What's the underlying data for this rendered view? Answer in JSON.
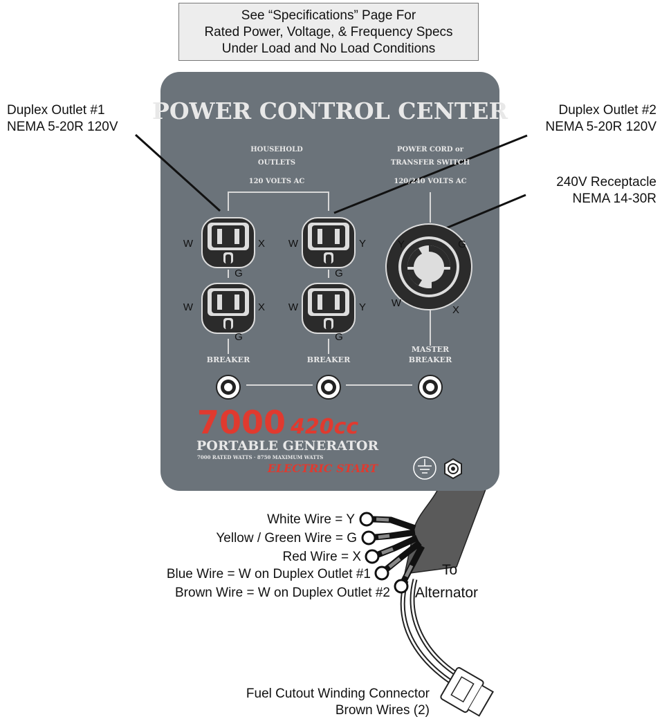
{
  "note": {
    "line1": "See “Specifications” Page For",
    "line2": "Rated Power, Voltage, & Frequency Specs",
    "line3": "Under Load and No Load Conditions"
  },
  "panel": {
    "title": "POWER CONTROL CENTER",
    "household_line1": "HOUSEHOLD",
    "household_line2": "OUTLETS",
    "household_volts": "120 VOLTS AC",
    "cord_line1": "POWER CORD or",
    "cord_line2": "TRANSFER SWITCH",
    "cord_volts": "120/240 VOLTS AC",
    "breaker1": "BREAKER",
    "breaker2": "BREAKER",
    "master_line1": "MASTER",
    "master_line2": "BREAKER",
    "model_number": "7000",
    "model_cc": "420cc",
    "product_name": "PORTABLE GENERATOR",
    "watts": "7000 RATED WATTS · 8750 MAXIMUM WATTS",
    "electric_start": "ELECTRIC START"
  },
  "terminals": {
    "outlet1_top": {
      "left": "W",
      "right": "X",
      "bottom": "G"
    },
    "outlet1_bottom": {
      "left": "W",
      "right": "X",
      "bottom": "G"
    },
    "outlet2_top": {
      "left": "W",
      "right": "Y",
      "bottom": "G"
    },
    "outlet2_bottom": {
      "left": "W",
      "right": "Y",
      "bottom": "G"
    },
    "receptacle": {
      "y": "Y",
      "g": "G",
      "w": "W",
      "x": "X"
    }
  },
  "callouts": {
    "duplex1_line1": "Duplex Outlet #1",
    "duplex1_line2": "NEMA 5-20R 120V",
    "duplex2_line1": "Duplex Outlet #2",
    "duplex2_line2": "NEMA 5-20R 120V",
    "receptacle_line1": "240V Receptacle",
    "receptacle_line2": "NEMA 14-30R"
  },
  "wires": {
    "white": "White Wire = Y",
    "yellow_green": "Yellow / Green Wire = G",
    "red": "Red Wire = X",
    "blue": "Blue Wire = W on Duplex Outlet #1",
    "brown": "Brown Wire = W on Duplex Outlet #2",
    "to_line1": "To",
    "to_line2": "Alternator"
  },
  "connector": {
    "line1": "Fuel Cutout Winding Connector",
    "line2": "Brown Wires (2)"
  },
  "colors": {
    "panel": "#6b737a",
    "accent_red": "#e03a2f",
    "panel_text": "#e8e8e8",
    "outlet": "#2b2b2b"
  }
}
